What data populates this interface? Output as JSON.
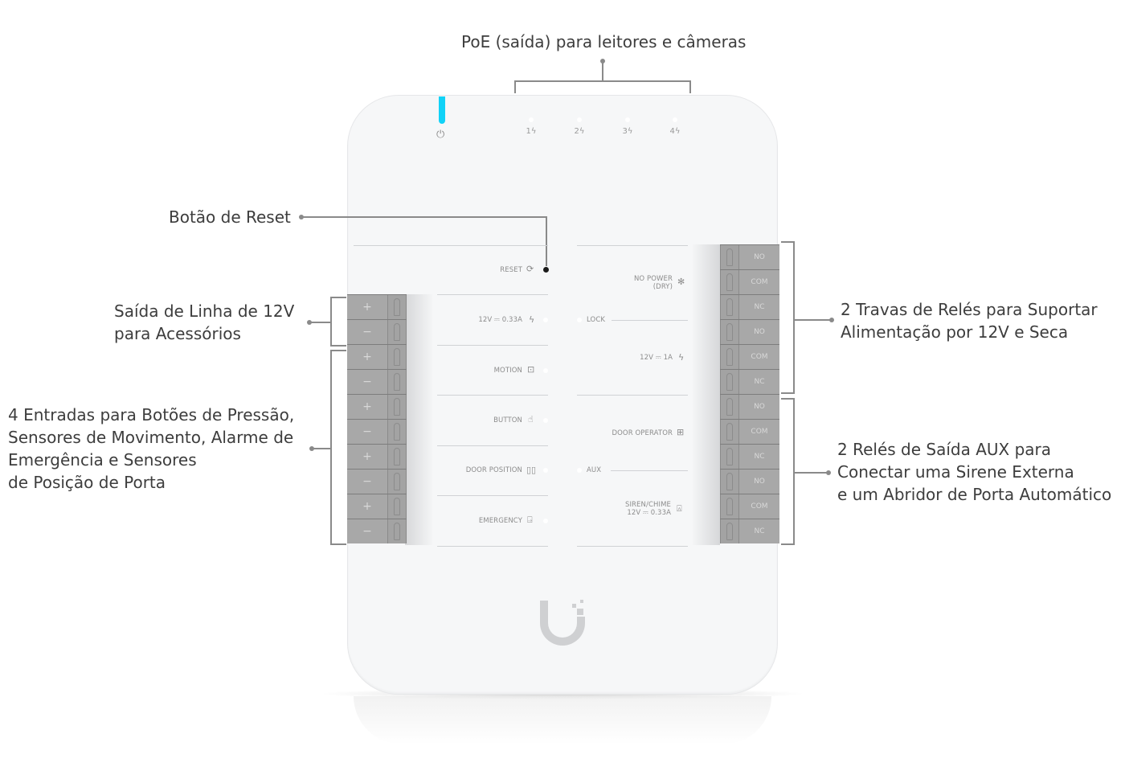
{
  "callouts": {
    "poe": "PoE (saída) para leitores e câmeras",
    "reset": "Botão de Reset",
    "line_12v": [
      "Saída de Linha de 12V",
      "para Acessórios"
    ],
    "inputs": [
      "4 Entradas para Botões de Pressão,",
      "Sensores de Movimento, Alarme de",
      "Emergência e Sensores",
      "de Posição de Porta"
    ],
    "lock_relays": [
      "2 Travas de Relés para Suportar",
      "Alimentação por 12V e Seca"
    ],
    "aux_relays": [
      "2 Relés de Saída AUX para",
      "Conectar uma Sirene Externa",
      "e um Abridor de Porta Automático"
    ]
  },
  "device": {
    "power_led_color": "#11d2f7",
    "power_icon": "power-icon",
    "poe_ports": [
      {
        "label": "1ϟ"
      },
      {
        "label": "2ϟ"
      },
      {
        "label": "3ϟ"
      },
      {
        "label": "4ϟ"
      }
    ],
    "left_labels": {
      "reset": "RESET",
      "out_12v": "12V ⎓ 0.33A",
      "motion": "MOTION",
      "button": "BUTTON",
      "door_position": "DOOR POSITION",
      "emergency": "EMERGENCY"
    },
    "right_labels": {
      "no_power": "NO POWER",
      "dry": "(DRY)",
      "lock": "LOCK",
      "lock_12v": "12V ⎓ 1A",
      "door_operator": "DOOR OPERATOR",
      "aux": "AUX",
      "siren": "SIREN/CHIME",
      "siren_12v": "12V ⎓ 0.33A"
    },
    "left_terminals": [
      "+",
      "−",
      "+",
      "−",
      "+",
      "−",
      "+",
      "−",
      "+",
      "−"
    ],
    "right_terminals": [
      "NO",
      "COM",
      "NC",
      "NO",
      "COM",
      "NC",
      "NO",
      "COM",
      "NC",
      "NO",
      "COM",
      "NC"
    ]
  }
}
